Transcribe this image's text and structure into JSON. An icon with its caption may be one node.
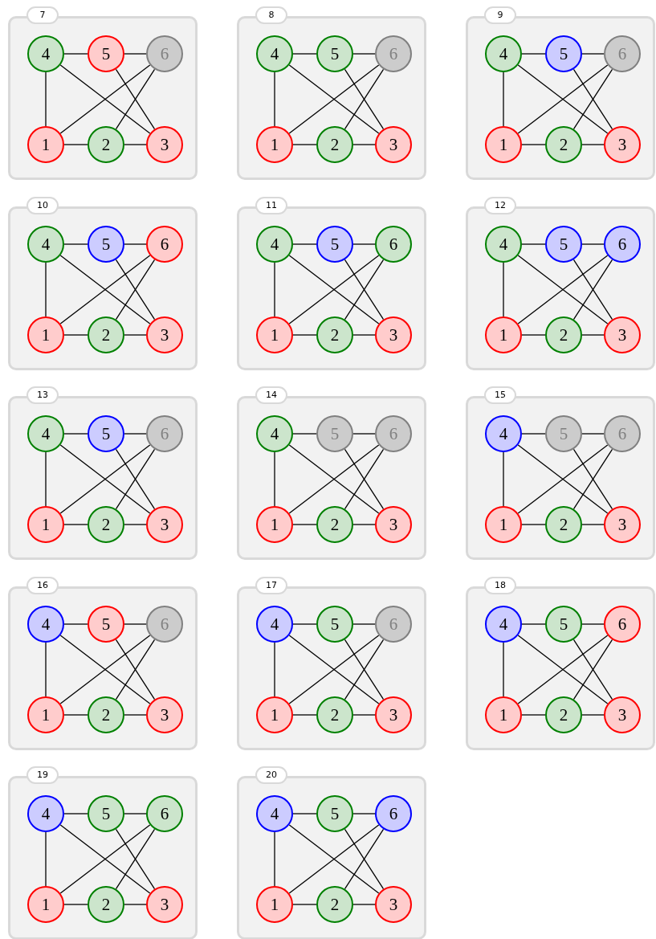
{
  "diagram": {
    "nodes": [
      {
        "text": [
          "7"
        ]
      },
      {
        "text": [
          "4"
        ],
        "in": 0
      },
      {
        "text": [
          "5"
        ],
        "in": 0
      },
      {
        "text": [
          "6"
        ],
        "in": 0
      },
      {
        "text": [
          "1"
        ],
        "in": 0
      },
      {
        "text": [
          "2"
        ],
        "in": 0
      },
      {
        "text": [
          "3"
        ],
        "in": 0
      },
      {
        "text": [
          "8"
        ]
      },
      {
        "text": [
          "4"
        ],
        "in": 7
      },
      {
        "text": [
          "5"
        ],
        "in": 7
      },
      {
        "text": [
          "6"
        ],
        "in": 7
      },
      {
        "text": [
          "1"
        ],
        "in": 7
      },
      {
        "text": [
          "2"
        ],
        "in": 7
      },
      {
        "text": [
          "3"
        ],
        "in": 7
      },
      {
        "text": [
          "9"
        ]
      },
      {
        "text": [
          "4"
        ],
        "in": 14
      },
      {
        "text": [
          "5"
        ],
        "in": 14
      },
      {
        "text": [
          "6"
        ],
        "in": 14
      },
      {
        "text": [
          "1"
        ],
        "in": 14
      },
      {
        "text": [
          "2"
        ],
        "in": 14
      },
      {
        "text": [
          "3"
        ],
        "in": 14
      },
      {
        "text": [
          "10"
        ]
      },
      {
        "text": [
          "4"
        ],
        "in": 21
      },
      {
        "text": [
          "5"
        ],
        "in": 21
      },
      {
        "text": [
          "6"
        ],
        "in": 21
      },
      {
        "text": [
          "1"
        ],
        "in": 21
      },
      {
        "text": [
          "2"
        ],
        "in": 21
      },
      {
        "text": [
          "3"
        ],
        "in": 21
      },
      {
        "text": [
          "11"
        ]
      },
      {
        "text": [
          "4"
        ],
        "in": 28
      },
      {
        "text": [
          "5"
        ],
        "in": 28
      },
      {
        "text": [
          "6"
        ],
        "in": 28
      },
      {
        "text": [
          "1"
        ],
        "in": 28
      },
      {
        "text": [
          "2"
        ],
        "in": 28
      },
      {
        "text": [
          "3"
        ],
        "in": 28
      },
      {
        "text": [
          "12"
        ]
      },
      {
        "text": [
          "4"
        ],
        "in": 35
      },
      {
        "text": [
          "5"
        ],
        "in": 35
      },
      {
        "text": [
          "6"
        ],
        "in": 35
      },
      {
        "text": [
          "1"
        ],
        "in": 35
      },
      {
        "text": [
          "2"
        ],
        "in": 35
      },
      {
        "text": [
          "3"
        ],
        "in": 35
      },
      {
        "text": [
          "13"
        ]
      },
      {
        "text": [
          "4"
        ],
        "in": 42
      },
      {
        "text": [
          "5"
        ],
        "in": 42
      },
      {
        "text": [
          "6"
        ],
        "in": 42
      },
      {
        "text": [
          "1"
        ],
        "in": 42
      },
      {
        "text": [
          "2"
        ],
        "in": 42
      },
      {
        "text": [
          "3"
        ],
        "in": 42
      },
      {
        "text": [
          "14"
        ]
      },
      {
        "text": [
          "4"
        ],
        "in": 49
      },
      {
        "text": [
          "5"
        ],
        "in": 49
      },
      {
        "text": [
          "6"
        ],
        "in": 49
      },
      {
        "text": [
          "1"
        ],
        "in": 49
      },
      {
        "text": [
          "2"
        ],
        "in": 49
      },
      {
        "text": [
          "3"
        ],
        "in": 49
      },
      {
        "text": [
          "15"
        ]
      },
      {
        "text": [
          "4"
        ],
        "in": 56
      },
      {
        "text": [
          "5"
        ],
        "in": 56
      },
      {
        "text": [
          "6"
        ],
        "in": 56
      },
      {
        "text": [
          "1"
        ],
        "in": 56
      },
      {
        "text": [
          "2"
        ],
        "in": 56
      },
      {
        "text": [
          "3"
        ],
        "in": 56
      },
      {
        "text": [
          "16"
        ]
      },
      {
        "text": [
          "4"
        ],
        "in": 63
      },
      {
        "text": [
          "5"
        ],
        "in": 63
      },
      {
        "text": [
          "6"
        ],
        "in": 63
      },
      {
        "text": [
          "1"
        ],
        "in": 63
      },
      {
        "text": [
          "2"
        ],
        "in": 63
      },
      {
        "text": [
          "3"
        ],
        "in": 63
      },
      {
        "text": [
          "17"
        ]
      },
      {
        "text": [
          "4"
        ],
        "in": 70
      },
      {
        "text": [
          "5"
        ],
        "in": 70
      },
      {
        "text": [
          "6"
        ],
        "in": 70
      },
      {
        "text": [
          "1"
        ],
        "in": 70
      },
      {
        "text": [
          "2"
        ],
        "in": 70
      },
      {
        "text": [
          "3"
        ],
        "in": 70
      },
      {
        "text": [
          "18"
        ]
      },
      {
        "text": [
          "4"
        ],
        "in": 77
      },
      {
        "text": [
          "5"
        ],
        "in": 77
      },
      {
        "text": [
          "6"
        ],
        "in": 77
      },
      {
        "text": [
          "1"
        ],
        "in": 77
      },
      {
        "text": [
          "2"
        ],
        "in": 77
      },
      {
        "text": [
          "3"
        ],
        "in": 77
      },
      {
        "text": [
          "19"
        ]
      },
      {
        "text": [
          "4"
        ],
        "in": 84
      },
      {
        "text": [
          "5"
        ],
        "in": 84
      },
      {
        "text": [
          "6"
        ],
        "in": 84
      },
      {
        "text": [
          "1"
        ],
        "in": 84
      },
      {
        "text": [
          "2"
        ],
        "in": 84
      },
      {
        "text": [
          "3"
        ],
        "in": 84
      },
      {
        "text": [
          "20"
        ]
      },
      {
        "text": [
          "4"
        ],
        "in": 91
      },
      {
        "text": [
          "5"
        ],
        "in": 91
      },
      {
        "text": [
          "6"
        ],
        "in": 91
      },
      {
        "text": [
          "1"
        ],
        "in": 91
      },
      {
        "text": [
          "2"
        ],
        "in": 91
      },
      {
        "text": [
          "3"
        ],
        "in": 91
      }
    ],
    "edges": [
      {
        "from": 1,
        "to": 2,
        "arrow": "none"
      },
      {
        "from": 2,
        "to": 3,
        "arrow": "none"
      },
      {
        "from": 1,
        "to": 4,
        "arrow": "none"
      },
      {
        "from": 4,
        "to": 5,
        "arrow": "none"
      },
      {
        "from": 5,
        "to": 6,
        "arrow": "none"
      },
      {
        "from": 1,
        "to": 6,
        "arrow": "none"
      },
      {
        "from": 2,
        "to": 6,
        "arrow": "none"
      },
      {
        "from": 3,
        "to": 4,
        "arrow": "none"
      },
      {
        "from": 3,
        "to": 5,
        "arrow": "none"
      },
      {
        "from": 8,
        "to": 9,
        "arrow": "none"
      },
      {
        "from": 9,
        "to": 10,
        "arrow": "none"
      },
      {
        "from": 8,
        "to": 11,
        "arrow": "none"
      },
      {
        "from": 11,
        "to": 12,
        "arrow": "none"
      },
      {
        "from": 12,
        "to": 13,
        "arrow": "none"
      },
      {
        "from": 8,
        "to": 13,
        "arrow": "none"
      },
      {
        "from": 9,
        "to": 13,
        "arrow": "none"
      },
      {
        "from": 10,
        "to": 11,
        "arrow": "none"
      },
      {
        "from": 10,
        "to": 12,
        "arrow": "none"
      },
      {
        "from": 15,
        "to": 16,
        "arrow": "none"
      },
      {
        "from": 16,
        "to": 17,
        "arrow": "none"
      },
      {
        "from": 15,
        "to": 18,
        "arrow": "none"
      },
      {
        "from": 18,
        "to": 19,
        "arrow": "none"
      },
      {
        "from": 19,
        "to": 20,
        "arrow": "none"
      },
      {
        "from": 15,
        "to": 20,
        "arrow": "none"
      },
      {
        "from": 16,
        "to": 20,
        "arrow": "none"
      },
      {
        "from": 17,
        "to": 18,
        "arrow": "none"
      },
      {
        "from": 17,
        "to": 19,
        "arrow": "none"
      },
      {
        "from": 22,
        "to": 23,
        "arrow": "none"
      },
      {
        "from": 23,
        "to": 24,
        "arrow": "none"
      },
      {
        "from": 22,
        "to": 25,
        "arrow": "none"
      },
      {
        "from": 25,
        "to": 26,
        "arrow": "none"
      },
      {
        "from": 26,
        "to": 27,
        "arrow": "none"
      },
      {
        "from": 22,
        "to": 27,
        "arrow": "none"
      },
      {
        "from": 23,
        "to": 27,
        "arrow": "none"
      },
      {
        "from": 24,
        "to": 25,
        "arrow": "none"
      },
      {
        "from": 24,
        "to": 26,
        "arrow": "none"
      },
      {
        "from": 29,
        "to": 30,
        "arrow": "none"
      },
      {
        "from": 30,
        "to": 31,
        "arrow": "none"
      },
      {
        "from": 29,
        "to": 32,
        "arrow": "none"
      },
      {
        "from": 32,
        "to": 33,
        "arrow": "none"
      },
      {
        "from": 33,
        "to": 34,
        "arrow": "none"
      },
      {
        "from": 29,
        "to": 34,
        "arrow": "none"
      },
      {
        "from": 30,
        "to": 34,
        "arrow": "none"
      },
      {
        "from": 31,
        "to": 32,
        "arrow": "none"
      },
      {
        "from": 31,
        "to": 33,
        "arrow": "none"
      },
      {
        "from": 36,
        "to": 37,
        "arrow": "none"
      },
      {
        "from": 37,
        "to": 38,
        "arrow": "none"
      },
      {
        "from": 36,
        "to": 39,
        "arrow": "none"
      },
      {
        "from": 39,
        "to": 40,
        "arrow": "none"
      },
      {
        "from": 40,
        "to": 41,
        "arrow": "none"
      },
      {
        "from": 36,
        "to": 41,
        "arrow": "none"
      },
      {
        "from": 37,
        "to": 41,
        "arrow": "none"
      },
      {
        "from": 38,
        "to": 39,
        "arrow": "none"
      },
      {
        "from": 38,
        "to": 40,
        "arrow": "none"
      },
      {
        "from": 43,
        "to": 44,
        "arrow": "none"
      },
      {
        "from": 44,
        "to": 45,
        "arrow": "none"
      },
      {
        "from": 43,
        "to": 46,
        "arrow": "none"
      },
      {
        "from": 46,
        "to": 47,
        "arrow": "none"
      },
      {
        "from": 47,
        "to": 48,
        "arrow": "none"
      },
      {
        "from": 43,
        "to": 48,
        "arrow": "none"
      },
      {
        "from": 44,
        "to": 48,
        "arrow": "none"
      },
      {
        "from": 45,
        "to": 46,
        "arrow": "none"
      },
      {
        "from": 45,
        "to": 47,
        "arrow": "none"
      },
      {
        "from": 50,
        "to": 51,
        "arrow": "none"
      },
      {
        "from": 51,
        "to": 52,
        "arrow": "none"
      },
      {
        "from": 50,
        "to": 53,
        "arrow": "none"
      },
      {
        "from": 53,
        "to": 54,
        "arrow": "none"
      },
      {
        "from": 54,
        "to": 55,
        "arrow": "none"
      },
      {
        "from": 50,
        "to": 55,
        "arrow": "none"
      },
      {
        "from": 51,
        "to": 55,
        "arrow": "none"
      },
      {
        "from": 52,
        "to": 53,
        "arrow": "none"
      },
      {
        "from": 52,
        "to": 54,
        "arrow": "none"
      },
      {
        "from": 57,
        "to": 58,
        "arrow": "none"
      },
      {
        "from": 58,
        "to": 59,
        "arrow": "none"
      },
      {
        "from": 57,
        "to": 60,
        "arrow": "none"
      },
      {
        "from": 60,
        "to": 61,
        "arrow": "none"
      },
      {
        "from": 61,
        "to": 62,
        "arrow": "none"
      },
      {
        "from": 57,
        "to": 62,
        "arrow": "none"
      },
      {
        "from": 58,
        "to": 62,
        "arrow": "none"
      },
      {
        "from": 59,
        "to": 60,
        "arrow": "none"
      },
      {
        "from": 59,
        "to": 61,
        "arrow": "none"
      },
      {
        "from": 64,
        "to": 65,
        "arrow": "none"
      },
      {
        "from": 65,
        "to": 66,
        "arrow": "none"
      },
      {
        "from": 64,
        "to": 67,
        "arrow": "none"
      },
      {
        "from": 67,
        "to": 68,
        "arrow": "none"
      },
      {
        "from": 68,
        "to": 69,
        "arrow": "none"
      },
      {
        "from": 64,
        "to": 69,
        "arrow": "none"
      },
      {
        "from": 65,
        "to": 69,
        "arrow": "none"
      },
      {
        "from": 66,
        "to": 67,
        "arrow": "none"
      },
      {
        "from": 66,
        "to": 68,
        "arrow": "none"
      },
      {
        "from": 71,
        "to": 72,
        "arrow": "none"
      },
      {
        "from": 72,
        "to": 73,
        "arrow": "none"
      },
      {
        "from": 71,
        "to": 74,
        "arrow": "none"
      },
      {
        "from": 74,
        "to": 75,
        "arrow": "none"
      },
      {
        "from": 75,
        "to": 76,
        "arrow": "none"
      },
      {
        "from": 71,
        "to": 76,
        "arrow": "none"
      },
      {
        "from": 72,
        "to": 76,
        "arrow": "none"
      },
      {
        "from": 73,
        "to": 74,
        "arrow": "none"
      },
      {
        "from": 73,
        "to": 75,
        "arrow": "none"
      },
      {
        "from": 78,
        "to": 79,
        "arrow": "none"
      },
      {
        "from": 79,
        "to": 80,
        "arrow": "none"
      },
      {
        "from": 78,
        "to": 81,
        "arrow": "none"
      },
      {
        "from": 81,
        "to": 82,
        "arrow": "none"
      },
      {
        "from": 82,
        "to": 83,
        "arrow": "none"
      },
      {
        "from": 78,
        "to": 83,
        "arrow": "none"
      },
      {
        "from": 79,
        "to": 83,
        "arrow": "none"
      },
      {
        "from": 80,
        "to": 81,
        "arrow": "none"
      },
      {
        "from": 80,
        "to": 82,
        "arrow": "none"
      },
      {
        "from": 85,
        "to": 86,
        "arrow": "none"
      },
      {
        "from": 86,
        "to": 87,
        "arrow": "none"
      },
      {
        "from": 85,
        "to": 88,
        "arrow": "none"
      },
      {
        "from": 88,
        "to": 89,
        "arrow": "none"
      },
      {
        "from": 89,
        "to": 90,
        "arrow": "none"
      },
      {
        "from": 85,
        "to": 90,
        "arrow": "none"
      },
      {
        "from": 86,
        "to": 90,
        "arrow": "none"
      },
      {
        "from": 87,
        "to": 88,
        "arrow": "none"
      },
      {
        "from": 87,
        "to": 89,
        "arrow": "none"
      },
      {
        "from": 92,
        "to": 93,
        "arrow": "none"
      },
      {
        "from": 93,
        "to": 94,
        "arrow": "none"
      },
      {
        "from": 92,
        "to": 95,
        "arrow": "none"
      },
      {
        "from": 95,
        "to": 96,
        "arrow": "none"
      },
      {
        "from": 96,
        "to": 97,
        "arrow": "none"
      },
      {
        "from": 92,
        "to": 97,
        "arrow": "none"
      },
      {
        "from": 93,
        "to": 97,
        "arrow": "none"
      },
      {
        "from": 94,
        "to": 95,
        "arrow": "none"
      },
      {
        "from": 94,
        "to": 96,
        "arrow": "none"
      }
    ]
  }
}
